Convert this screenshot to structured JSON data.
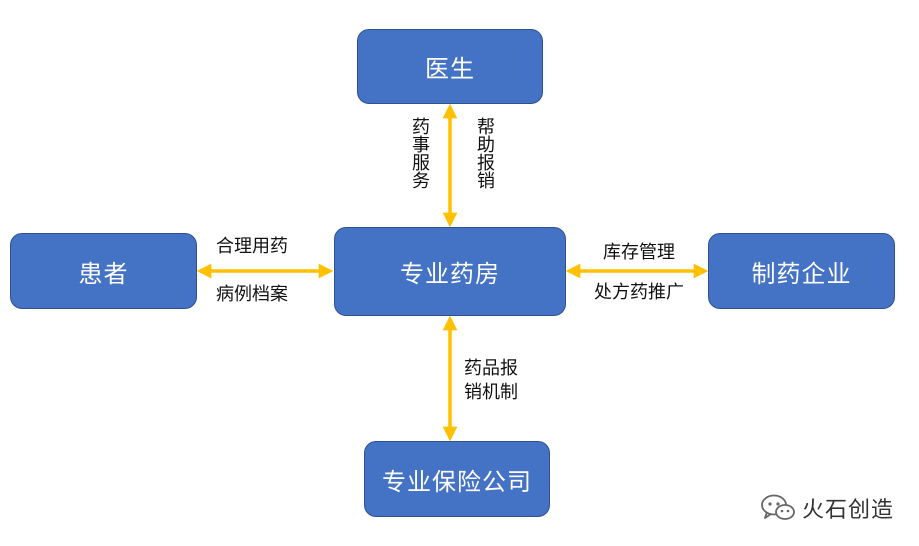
{
  "nodes": {
    "doctor": "医生",
    "pharmacy": "专业药房",
    "patient": "患者",
    "pharma": "制药企业",
    "insurer": "专业保险公司"
  },
  "labels": {
    "top_left": "药事服务",
    "top_right": "帮助报销",
    "left_top": "合理用药",
    "left_bottom": "病例档案",
    "right_top": "库存管理",
    "right_bottom": "处方药推广",
    "bottom": "药品报销机制"
  },
  "watermark": "火石创造",
  "colors": {
    "node_fill": "#4472c4",
    "node_border": "#2f528f",
    "arrow": "#ffc000"
  }
}
